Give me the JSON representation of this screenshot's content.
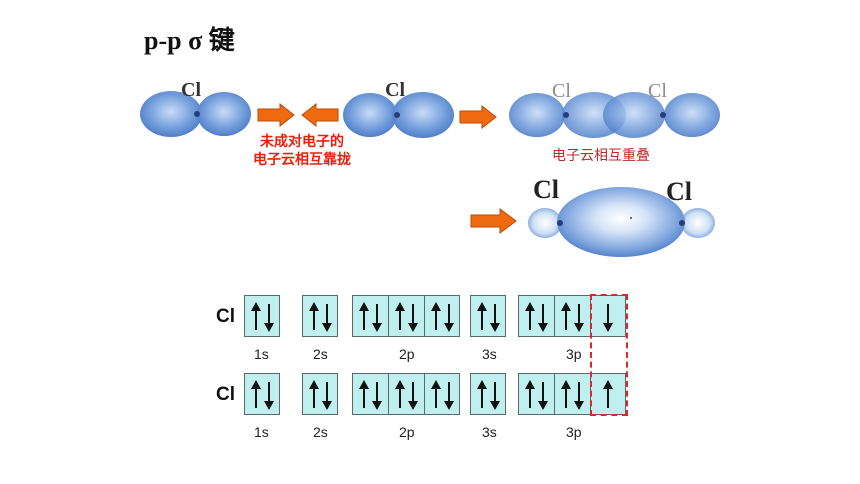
{
  "title": "p-p σ 键",
  "atom_label": "Cl",
  "caption_approach_line1": "未成对电子的",
  "caption_approach_line2": "电子云相互靠拢",
  "caption_overlap": "电子云相互重叠",
  "orbital_diagram": {
    "row_label": "Cl",
    "subshell_labels": [
      "1s",
      "2s",
      "2p",
      "3s",
      "3p"
    ],
    "rows": [
      {
        "boxes": [
          {
            "subshell": "1s",
            "cells": [
              "↑↓"
            ]
          },
          {
            "subshell": "2s",
            "cells": [
              "↑↓"
            ]
          },
          {
            "subshell": "2p",
            "cells": [
              "↑↓",
              "↑↓",
              "↑↓"
            ]
          },
          {
            "subshell": "3s",
            "cells": [
              "↑↓"
            ]
          },
          {
            "subshell": "3p",
            "cells": [
              "↑↓",
              "↑↓",
              "↓"
            ]
          }
        ]
      },
      {
        "boxes": [
          {
            "subshell": "1s",
            "cells": [
              "↑↓"
            ]
          },
          {
            "subshell": "2s",
            "cells": [
              "↑↓"
            ]
          },
          {
            "subshell": "2p",
            "cells": [
              "↑↓",
              "↑↓",
              "↑↓"
            ]
          },
          {
            "subshell": "3s",
            "cells": [
              "↑↓"
            ]
          },
          {
            "subshell": "3p",
            "cells": [
              "↑↓",
              "↑↓",
              "↑"
            ]
          }
        ]
      }
    ]
  },
  "colors": {
    "orbital": "#6a95d8",
    "arrow": "#f06a10",
    "highlight": "#e0262a",
    "box_fill": "#bff0ef"
  }
}
